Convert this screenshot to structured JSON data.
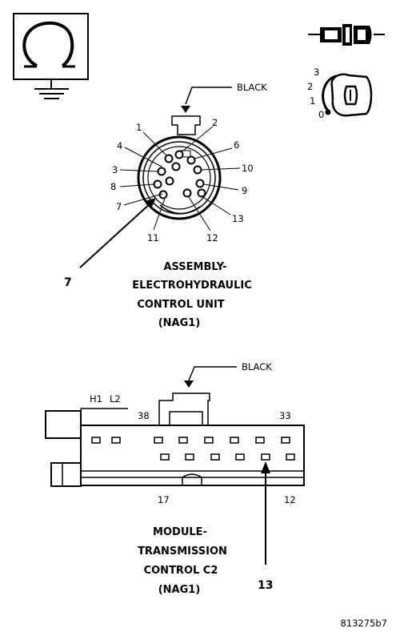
{
  "top_connector": {
    "color_label": "BLACK",
    "pin_numbers": [
      "1",
      "2",
      "3",
      "4",
      "6",
      "7",
      "8",
      "9",
      "10",
      "11",
      "12",
      "13"
    ],
    "callout_pin": "7",
    "title_lines": [
      "ASSEMBLY-",
      "ELECTROHYDRAULIC",
      "CONTROL UNIT",
      "(NAG1)"
    ],
    "key_positions": [
      "3",
      "2",
      "1",
      "0"
    ]
  },
  "bottom_connector": {
    "color_label": "BLACK",
    "cavity_labels": [
      "H1",
      "L2",
      "38",
      "33",
      "17",
      "12"
    ],
    "callout_pin": "13",
    "title_lines": [
      "MODULE-",
      "TRANSMISSION",
      "CONTROL C2",
      "(NAG1)"
    ]
  },
  "figure_id": "813275b7",
  "icons": [
    "ground-symbol-icon",
    "in-line-connector-icon",
    "ignition-key-icon"
  ]
}
